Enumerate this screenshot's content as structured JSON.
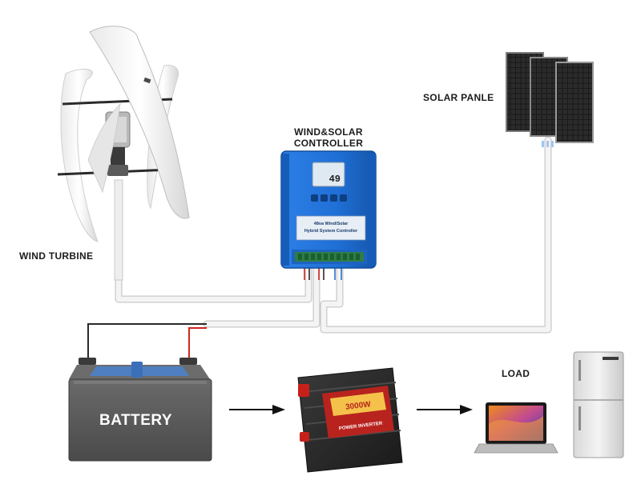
{
  "labels": {
    "wind_turbine": "WIND TURBINE",
    "controller_line1": "WIND&SOLAR",
    "controller_line2": "CONTROLLER",
    "solar_panel": "SOLAR PANLE",
    "battery": "BATTERY",
    "load": "LOAD",
    "controller_display": "49",
    "controller_plate_line1": "48va Wind/Solar",
    "controller_plate_line2": "Hybrid System Controller",
    "inverter_badge": "3000W",
    "inverter_side": "POWER INVERTER"
  },
  "icons": {
    "wind_turbine": "vertical-axis-wind-turbine",
    "solar_panel": "solar-panel-array",
    "controller": "charge-controller",
    "battery": "car-battery",
    "inverter": "power-inverter",
    "laptop": "laptop-computer",
    "fridge": "refrigerator",
    "arrow": "right-arrow"
  },
  "colors": {
    "cable": "#f2f2f2",
    "cable_outline": "#c9c9c9",
    "controller_blue": "#1f6fd6",
    "battery_body": "#5a5a5a",
    "battery_terminal": "#4f7fc0",
    "inverter_red": "#b8231e",
    "positive_wire": "#d0261d",
    "negative_wire": "#2a2a2a"
  }
}
